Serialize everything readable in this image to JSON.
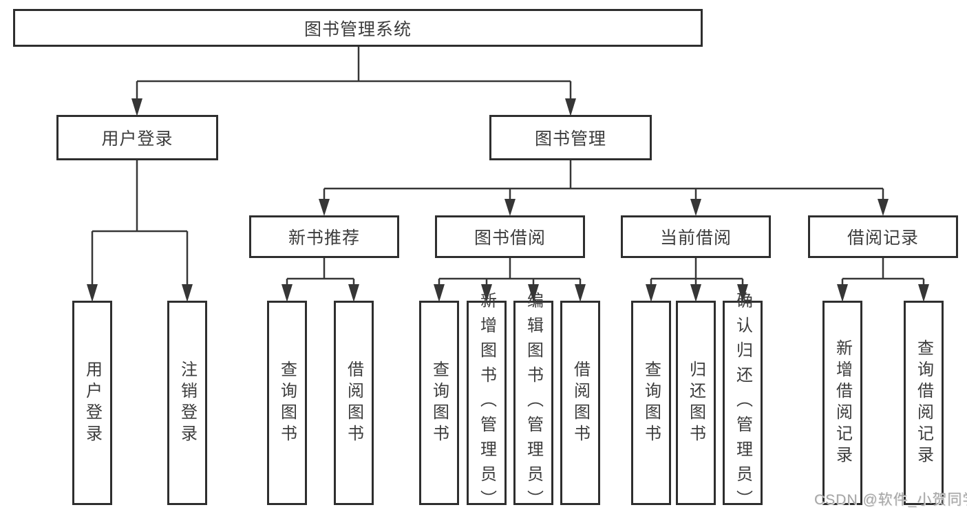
{
  "tree": {
    "root": {
      "label": "图书管理系统"
    },
    "branches": [
      {
        "label": "用户登录",
        "leaves": [
          {
            "label": "用户登录"
          },
          {
            "label": "注销登录"
          }
        ]
      },
      {
        "label": "图书管理",
        "groups": [
          {
            "label": "新书推荐",
            "leaves": [
              {
                "label": "查询图书"
              },
              {
                "label": "借阅图书"
              }
            ]
          },
          {
            "label": "图书借阅",
            "leaves": [
              {
                "label": "查询图书"
              },
              {
                "label": "新增图书（管理员）"
              },
              {
                "label": "编辑图书（管理员）"
              },
              {
                "label": "借阅图书"
              }
            ]
          },
          {
            "label": "当前借阅",
            "leaves": [
              {
                "label": "查询图书"
              },
              {
                "label": "归还图书"
              },
              {
                "label": "确认归还（管理员）"
              }
            ]
          },
          {
            "label": "借阅记录",
            "leaves": [
              {
                "label": "新增借阅记录"
              },
              {
                "label": "查询借阅记录"
              }
            ]
          }
        ]
      }
    ]
  },
  "watermark": {
    "text": "CSDN @软件_小贺同学"
  },
  "colors": {
    "line": "#363636",
    "box_border": "#2e2e2e",
    "text": "#3c3c3c",
    "watermark": "#a6a6a6",
    "background": "#ffffff"
  }
}
